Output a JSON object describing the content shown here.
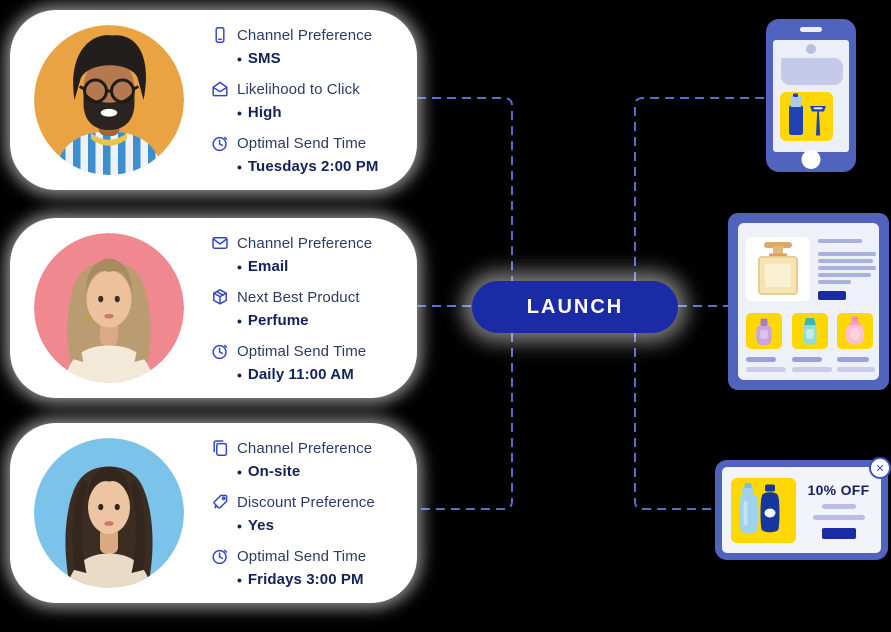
{
  "personas": [
    {
      "id": "persona-sms",
      "avatar": {
        "name": "man-glasses-avatar",
        "bg": "#E9A343",
        "style": "man"
      },
      "attributes": [
        {
          "icon": "mobile-icon",
          "label": "Channel Preference",
          "bullet": "•",
          "value": "SMS"
        },
        {
          "icon": "mail-open-icon",
          "label": "Likelihood to Click",
          "bullet": "•",
          "value": "High"
        },
        {
          "icon": "clock-icon",
          "label": "Optimal Send Time",
          "bullet": "•",
          "value": "Tuesdays 2:00 PM"
        }
      ]
    },
    {
      "id": "persona-email",
      "avatar": {
        "name": "woman-blonde-avatar",
        "bg": "#F0888F",
        "style": "woman-blonde"
      },
      "attributes": [
        {
          "icon": "mail-closed-icon",
          "label": "Channel Preference",
          "bullet": "•",
          "value": "Email"
        },
        {
          "icon": "package-icon",
          "label": "Next Best Product",
          "bullet": "•",
          "value": "Perfume"
        },
        {
          "icon": "clock-icon",
          "label": "Optimal Send Time",
          "bullet": "•",
          "value": "Daily 11:00 AM"
        }
      ]
    },
    {
      "id": "persona-onsite",
      "avatar": {
        "name": "woman-dark-hair-avatar",
        "bg": "#7CC3EC",
        "style": "woman-dark"
      },
      "attributes": [
        {
          "icon": "browser-windows-icon",
          "label": "Channel Preference",
          "bullet": "•",
          "value": "On-site"
        },
        {
          "icon": "discount-tag-icon",
          "label": "Discount Preference",
          "bullet": "•",
          "value": "Yes"
        },
        {
          "icon": "clock-icon",
          "label": "Optimal Send Time",
          "bullet": "•",
          "value": "Fridays 3:00 PM"
        }
      ]
    }
  ],
  "launch_button": {
    "label": "LAUNCH",
    "bg": "#1B2BA5",
    "text_color": "#FFFFFF"
  },
  "popup": {
    "offer": "10% OFF",
    "close_icon": "close-icon"
  },
  "colors": {
    "background": "#000000",
    "card": "#FFFFFF",
    "label_text": "#2C3A66",
    "value_text": "#13225A",
    "icon_blue": "#3647C6",
    "dash_line": "#5A6CCE",
    "launch_bg": "#1B2BA5",
    "device_frame": "#5064BD",
    "screen_bg": "#EDEFF8",
    "accent_yellow": "#FFD703",
    "placeholder_lavender": "#A9B2DF",
    "avatar_bg_orange": "#E9A343",
    "avatar_bg_pink": "#F0888F",
    "avatar_bg_blue": "#7CC3EC"
  }
}
